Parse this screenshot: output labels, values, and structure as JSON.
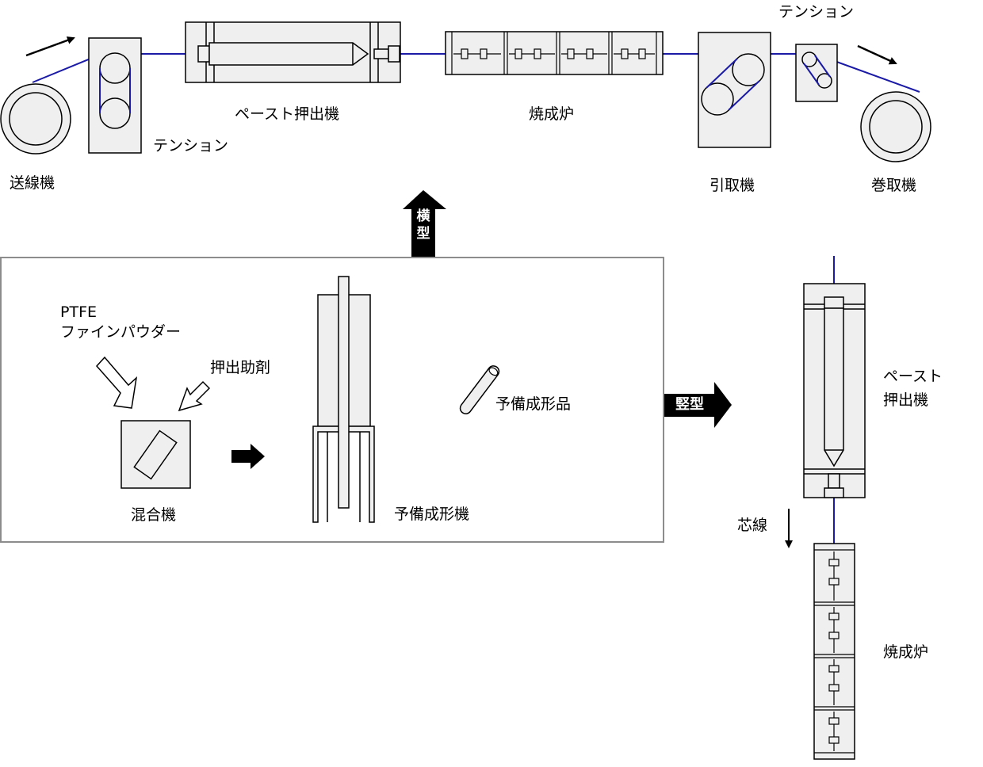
{
  "labels": {
    "feeder": "送線機",
    "tension_left": "テンション",
    "paste_extruder_h": "ペースト押出機",
    "furnace_h": "焼成炉",
    "tension_right": "テンション",
    "puller": "引取機",
    "winder": "巻取機",
    "ptfe_line1": "PTFE",
    "ptfe_line2": "ファインパウダー",
    "extrusion_aid": "押出助剤",
    "mixer": "混合機",
    "preformer": "予備成形機",
    "preform": "予備成形品",
    "horizontal": "横型",
    "vertical": "竪型",
    "paste_extruder_v_line1": "ペースト",
    "paste_extruder_v_line2": "押出機",
    "core_wire": "芯線",
    "furnace_v": "焼成炉"
  },
  "colors": {
    "wire": "#1a1aa6",
    "fill": "#efefef",
    "stroke": "#000000",
    "frame": "#8c8c8c"
  }
}
